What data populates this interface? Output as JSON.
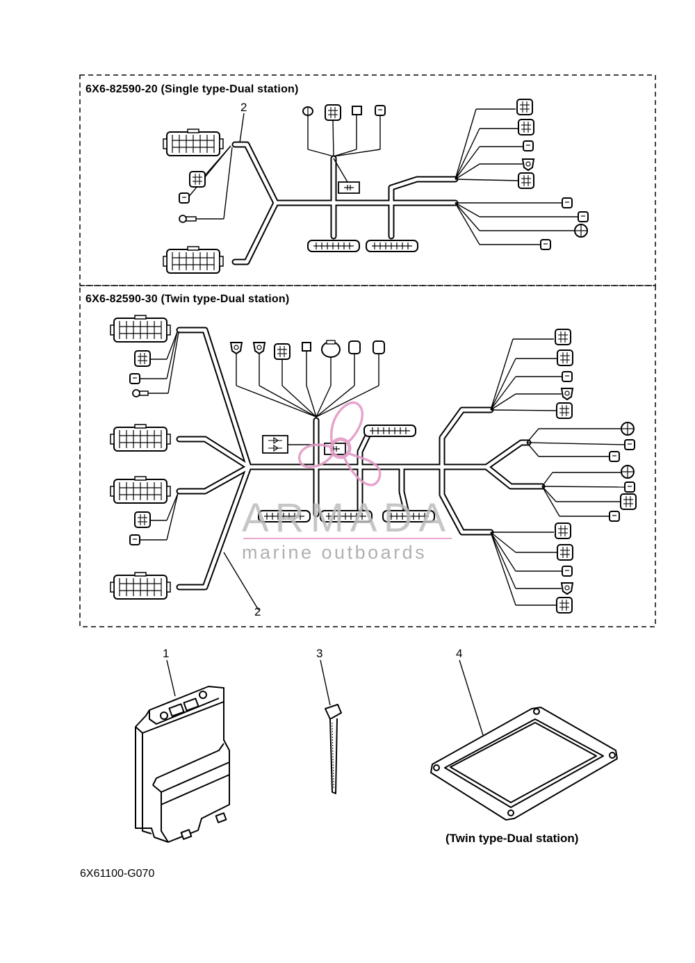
{
  "sections": {
    "single": {
      "title": "6X6-82590-20 (Single type-Dual station)",
      "callout": "2"
    },
    "twin": {
      "title": "6X6-82590-30 (Twin type-Dual station)",
      "callout": "2"
    }
  },
  "parts": [
    {
      "number": "1"
    },
    {
      "number": "3"
    },
    {
      "number": "4",
      "caption": "(Twin type-Dual station)"
    }
  ],
  "diagram_code": "6X61100-G070",
  "watermark": {
    "title": "ARMADA",
    "subtitle": "marine outboards",
    "accent": "#e29bc6"
  },
  "colors": {
    "line": "#000000",
    "background": "#ffffff"
  }
}
